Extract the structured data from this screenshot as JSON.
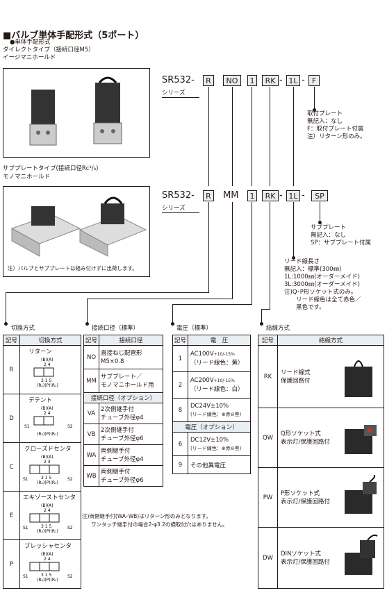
{
  "title": "■バルブ単体手配形式（5ポート）",
  "top": {
    "line1": "●単体手配形式",
    "line2": "ダイレクトタイプ（接続口径M5）",
    "line3": "イージマニホールド"
  },
  "mid": {
    "line1": "サブプレートタイプ(接続口径Rc¹/₈)",
    "line2": "モノマニホールド",
    "note": "注）バルブとサブプレートは組み付けずに出荷します。"
  },
  "model1": {
    "prefix": "SR532-",
    "r": "R",
    "no": "NO",
    "one": "1",
    "rk": "RK",
    "l": "1L",
    "f": "F",
    "series": "シリーズ"
  },
  "model2": {
    "prefix": "SR532-",
    "r": "R",
    "mm": "MM",
    "one": "1",
    "rk": "RK",
    "l": "1L",
    "sp": "SP",
    "series": "シリーズ"
  },
  "plate": {
    "h": "取付プレート",
    "a": "無記入：なし",
    "b": "F：取付プレート付属",
    "c": "注）リターン形のみ。"
  },
  "subplate": {
    "h": "サブプレート",
    "a": "無記入：なし",
    "b": "SP：サブプレート付属"
  },
  "lead": {
    "h": "リード線長さ",
    "a": "無記入：標準(300㎜)",
    "b": "1L:1000㎜(オーダーメイド)",
    "c": "3L:3000㎜(オーダーメイド)",
    "d": "注)Q･P形ソケット式のみ。",
    "e": "リード線色は全て赤色／",
    "f": "黒色です。"
  },
  "sec": {
    "switch": "切換方式",
    "port": "接続口径（標準）",
    "volt": "電圧（標準）",
    "wire": "結線方式"
  },
  "switch_table": {
    "head": [
      "記号",
      "切換方式"
    ],
    "rows": [
      {
        "code": "R",
        "name": "リターン"
      },
      {
        "code": "D",
        "name": "デテント"
      },
      {
        "code": "C",
        "name": "クローズドセンタ"
      },
      {
        "code": "E",
        "name": "エキゾーストセンタ"
      },
      {
        "code": "P",
        "name": "プレッシャセンタ"
      }
    ],
    "ports_top": "(B)(A)",
    "ports_mid": "2 4",
    "ports_bot": "3 1 5",
    "ports_r": "(R₂)(P)(R₁)",
    "s1": "S1",
    "s2": "S2"
  },
  "port_table": {
    "head": [
      "記号",
      "接続口径"
    ],
    "rows": [
      {
        "code": "NO",
        "a": "直接ねじ配管形",
        "b": "M5×0.8"
      },
      {
        "code": "MM",
        "a": "サブプレート／",
        "b": "モノマニホールド用"
      }
    ],
    "opt": "接続口径（オプション）",
    "opt_rows": [
      {
        "code": "VA",
        "a": "2次側継手付",
        "b": "チューブ外径φ4"
      },
      {
        "code": "VB",
        "a": "2次側継手付",
        "b": "チューブ外径φ6"
      },
      {
        "code": "WA",
        "a": "両側継手付",
        "b": "チューブ外径φ4"
      },
      {
        "code": "WB",
        "a": "両側継手付",
        "b": "チューブ外径φ6"
      }
    ],
    "note1": "注)両側継手付(WA･WB)はリターン形のみとなります。",
    "note2": "ワンタッチ継手付の場合2-φ3.2の横取付穴はありません。"
  },
  "volt_table": {
    "head": [
      "記号",
      "電　圧"
    ],
    "rows": [
      {
        "code": "1",
        "a": "AC100V",
        "tol": "+10/-15%",
        "b": "（リード線色：黄）"
      },
      {
        "code": "2",
        "a": "AC200V",
        "tol": "+10/-15%",
        "b": "（リード線色：白）"
      },
      {
        "code": "8",
        "a": "DC24V±10%",
        "tol": "",
        "b": "(リード線色：⊕赤⊖黒)"
      }
    ],
    "opt": "電圧（オプション）",
    "opt_rows": [
      {
        "code": "6",
        "a": "DC12V±10%",
        "b": "(リード線色：⊕赤⊖黒)"
      },
      {
        "code": "9",
        "a": "その他異電圧",
        "b": ""
      }
    ]
  },
  "wire_table": {
    "head": [
      "記号",
      "結線方式"
    ],
    "rows": [
      {
        "code": "RK",
        "a": "リード線式",
        "b": "保護回路付"
      },
      {
        "code": "QW",
        "a": "Q形ソケット式",
        "b": "表示灯/保護回路付"
      },
      {
        "code": "PW",
        "a": "P形ソケット式",
        "b": "表示灯/保護回路付"
      },
      {
        "code": "DW",
        "a": "DINソケット式",
        "b": "表示灯/保護回路付"
      }
    ]
  }
}
